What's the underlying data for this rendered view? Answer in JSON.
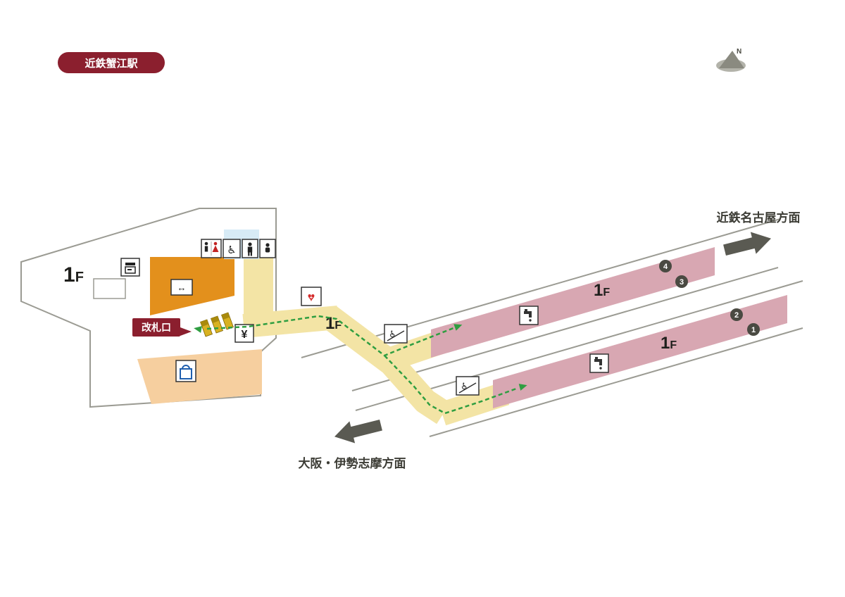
{
  "station": {
    "name_badge": "近鉄蟹江駅"
  },
  "compass": {
    "north_label": "N"
  },
  "directions": {
    "nagoya": "近鉄名古屋方面",
    "osaka": "大阪・伊勢志摩方面"
  },
  "floor": {
    "num": "1",
    "suffix": "F"
  },
  "concourse": {
    "gate_label": "改札口"
  },
  "icons": {
    "wheelchair": "♿",
    "elevator_arrows": "↔",
    "yen": "¥",
    "aed_heart": "♥",
    "aed_cross": "+"
  },
  "platforms": {
    "nagoya_side": {
      "tracks": [
        "4",
        "3"
      ]
    },
    "osaka_side": {
      "tracks": [
        "2",
        "1"
      ]
    }
  },
  "colors": {
    "badge_red": "#8b1f2e",
    "platform_pink": "#d8a7b2",
    "corridor_yellow": "#f3e4a5",
    "shop_peach": "#f6cf9f",
    "retail_orange": "#e3901c",
    "toilet_blue": "#d7ebf6",
    "route_green": "#2f9e41",
    "gate_gold": "#d8b121",
    "track_gray": "#9b9b93",
    "arrow_gray": "#5a5a52"
  }
}
